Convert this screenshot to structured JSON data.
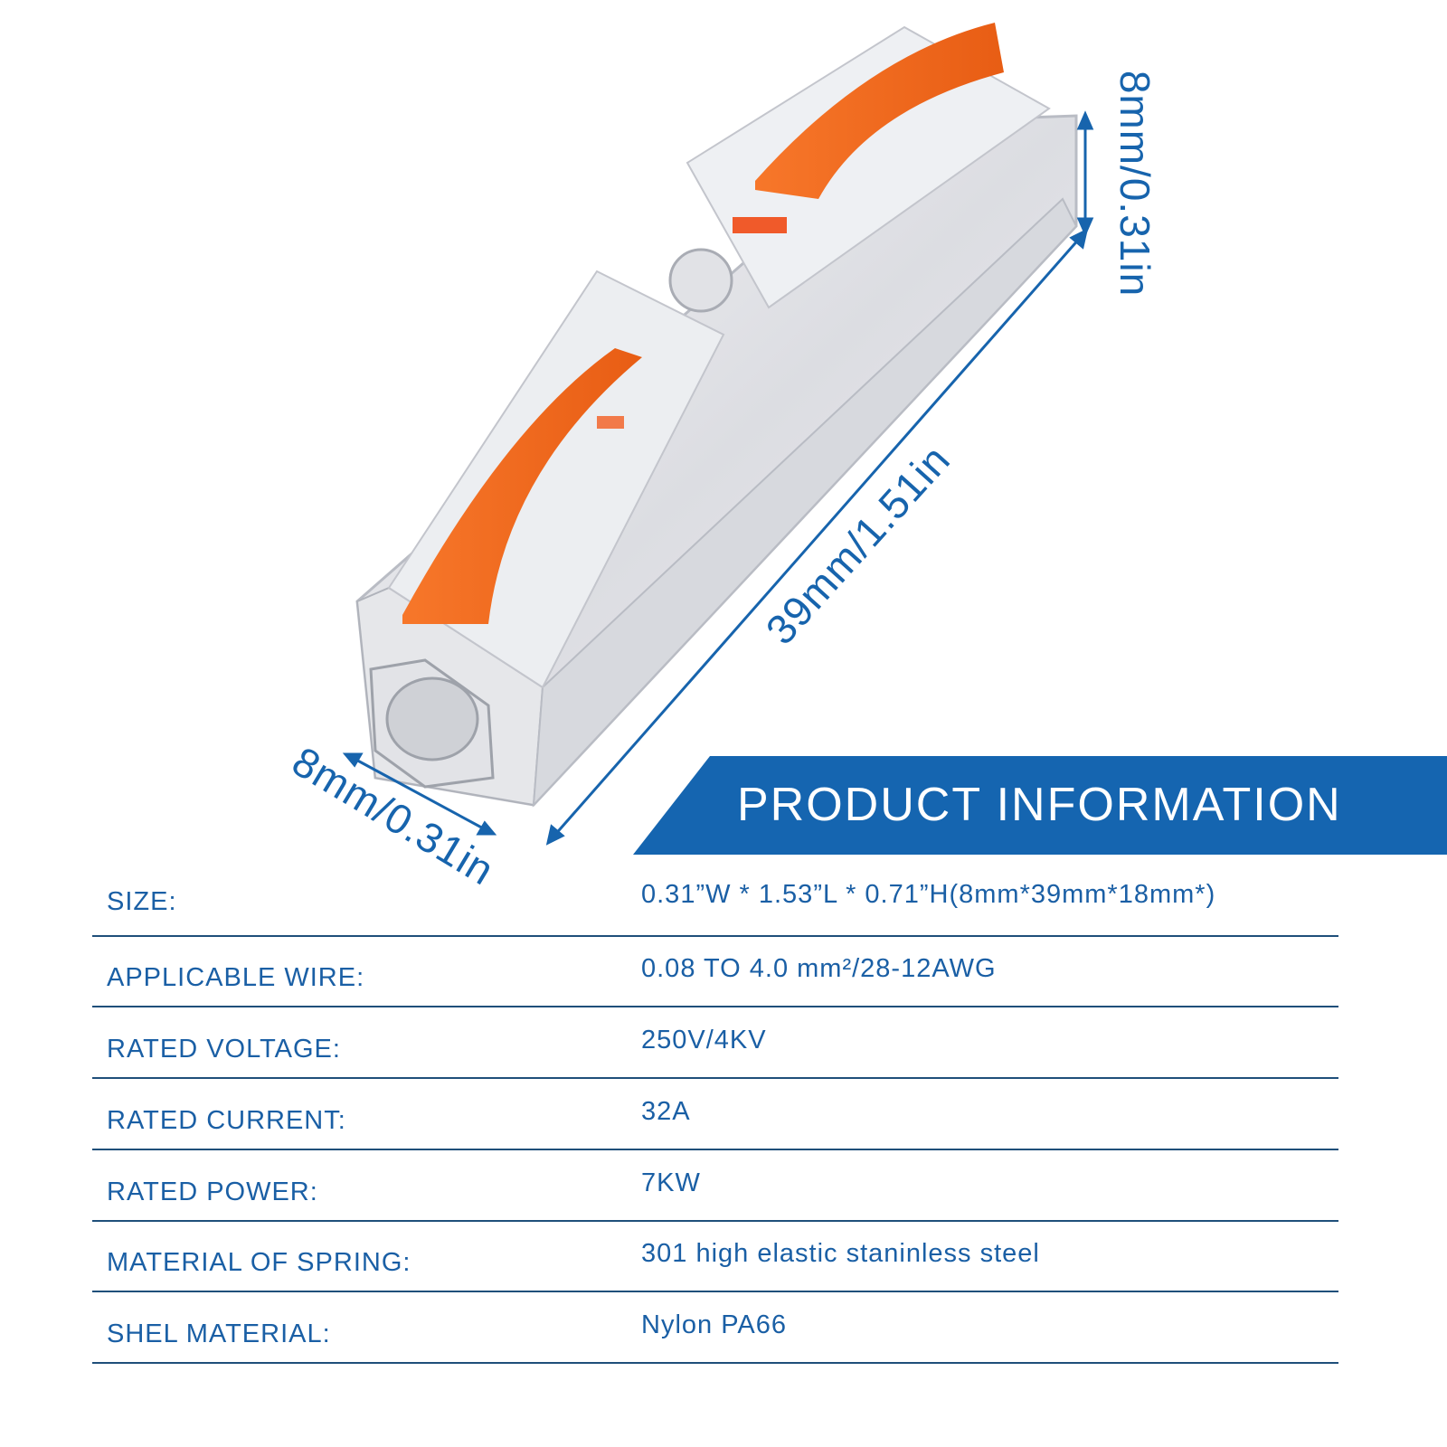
{
  "dimensions": {
    "height_label": "8mm/0.31in",
    "length_label": "39mm/1.51in",
    "width_label": "8mm/0.31in"
  },
  "banner": {
    "title": "PRODUCT INFORMATION",
    "color": "#1565b0"
  },
  "specs": [
    {
      "label": "SIZE:",
      "value": "0.31”W * 1.53”L * 0.71”H(8mm*39mm*18mm*)"
    },
    {
      "label": "APPLICABLE WIRE:",
      "value": "0.08 TO 4.0 mm²/28-12AWG"
    },
    {
      "label": "RATED VOLTAGE:",
      "value": "250V/4KV"
    },
    {
      "label": "RATED CURRENT:",
      "value": "32A"
    },
    {
      "label": "RATED POWER:",
      "value": "7KW"
    },
    {
      "label": "MATERIAL OF SPRING:",
      "value": "301 high elastic staninless steel"
    },
    {
      "label": "SHEL MATERIAL:",
      "value": "Nylon PA66"
    }
  ],
  "colors": {
    "text": "#1a5fa5",
    "lever": "#f26b1d",
    "rule": "#1f4f7a"
  }
}
